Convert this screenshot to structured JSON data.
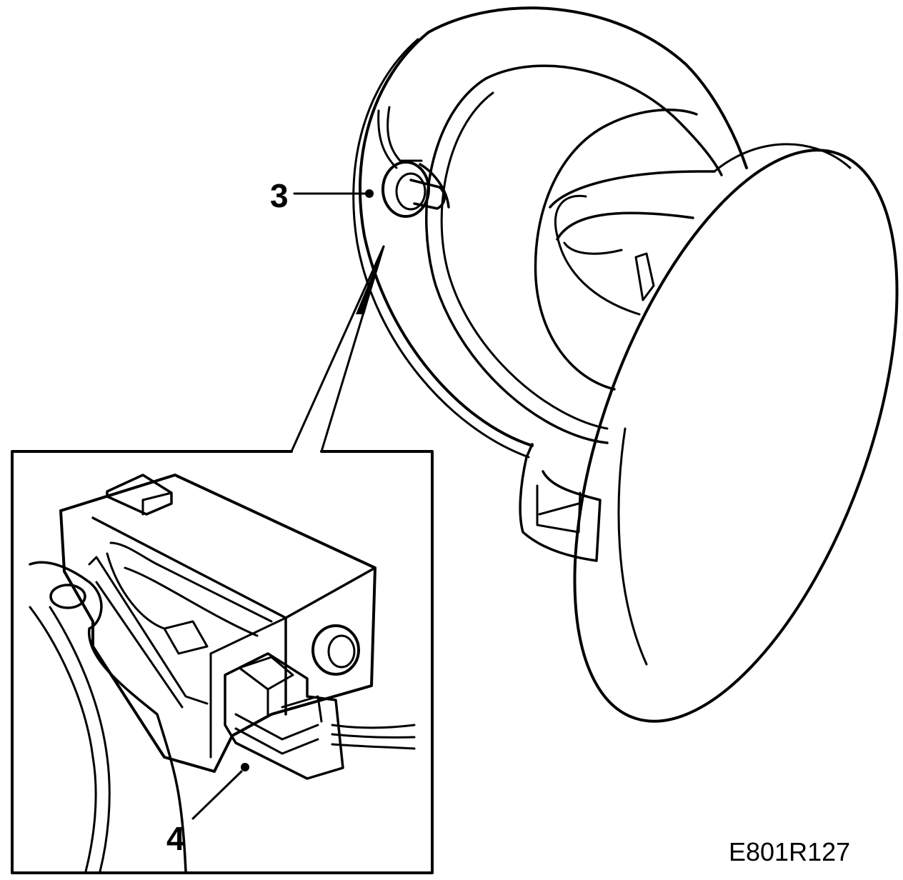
{
  "callouts": {
    "c3": "3",
    "c4": "4"
  },
  "reference_code": "E801R127",
  "colors": {
    "ink": "#000000",
    "paper": "#ffffff"
  }
}
